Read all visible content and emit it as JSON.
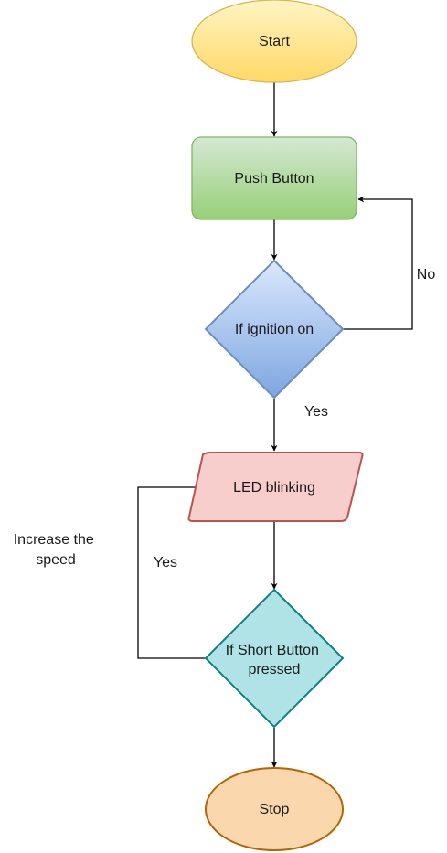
{
  "diagram": {
    "nodes": {
      "start": {
        "label": "Start"
      },
      "push_button": {
        "label": "Push Button"
      },
      "ignition_check": {
        "label": "If ignition on"
      },
      "led_blinking": {
        "label": "LED blinking"
      },
      "short_button_check": {
        "lines": [
          "If Short Button",
          "pressed"
        ]
      },
      "stop": {
        "label": "Stop"
      }
    },
    "edge_labels": {
      "ignition_no": "No",
      "ignition_yes": "Yes",
      "short_yes": "Yes",
      "increase_speed": [
        "Increase the",
        "speed"
      ]
    },
    "colors": {
      "start_fill_top": "#fff4c3",
      "start_fill_bottom": "#ffd966",
      "start_stroke": "#d6b656",
      "push_fill_top": "#d5e8d4",
      "push_fill_bottom": "#97d077",
      "push_stroke": "#82b366",
      "ignition_fill_top": "#dae8fc",
      "ignition_fill_bottom": "#7ea6e0",
      "ignition_stroke": "#6c8ebf",
      "led_fill": "#f8cecc",
      "led_stroke": "#b85450",
      "short_fill": "#b0e3e6",
      "short_stroke": "#0e8088",
      "stop_fill": "#fad7ac",
      "stop_stroke": "#b46504",
      "edge": "#000000"
    }
  }
}
